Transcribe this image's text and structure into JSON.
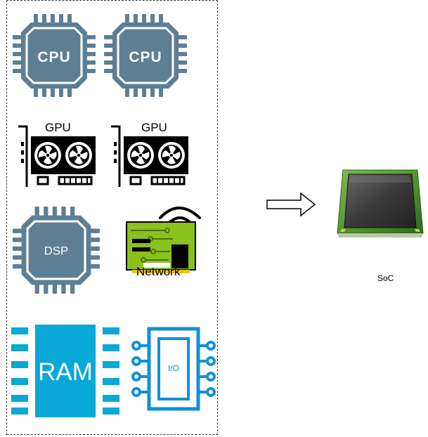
{
  "components": {
    "cpu1": "CPU",
    "cpu2": "CPU",
    "gpu1": "GPU",
    "gpu2": "GPU",
    "dsp": "DSP",
    "network": "Network",
    "ram": "RAM",
    "io": "I/O"
  },
  "result": {
    "label": "SoC"
  },
  "colors": {
    "chip_slate": "#5e7e93",
    "ram_blue": "#09a8d6",
    "io_blue": "#1290d9",
    "network_green": "#8bc11b",
    "soc_green": "#4e8e2c"
  }
}
